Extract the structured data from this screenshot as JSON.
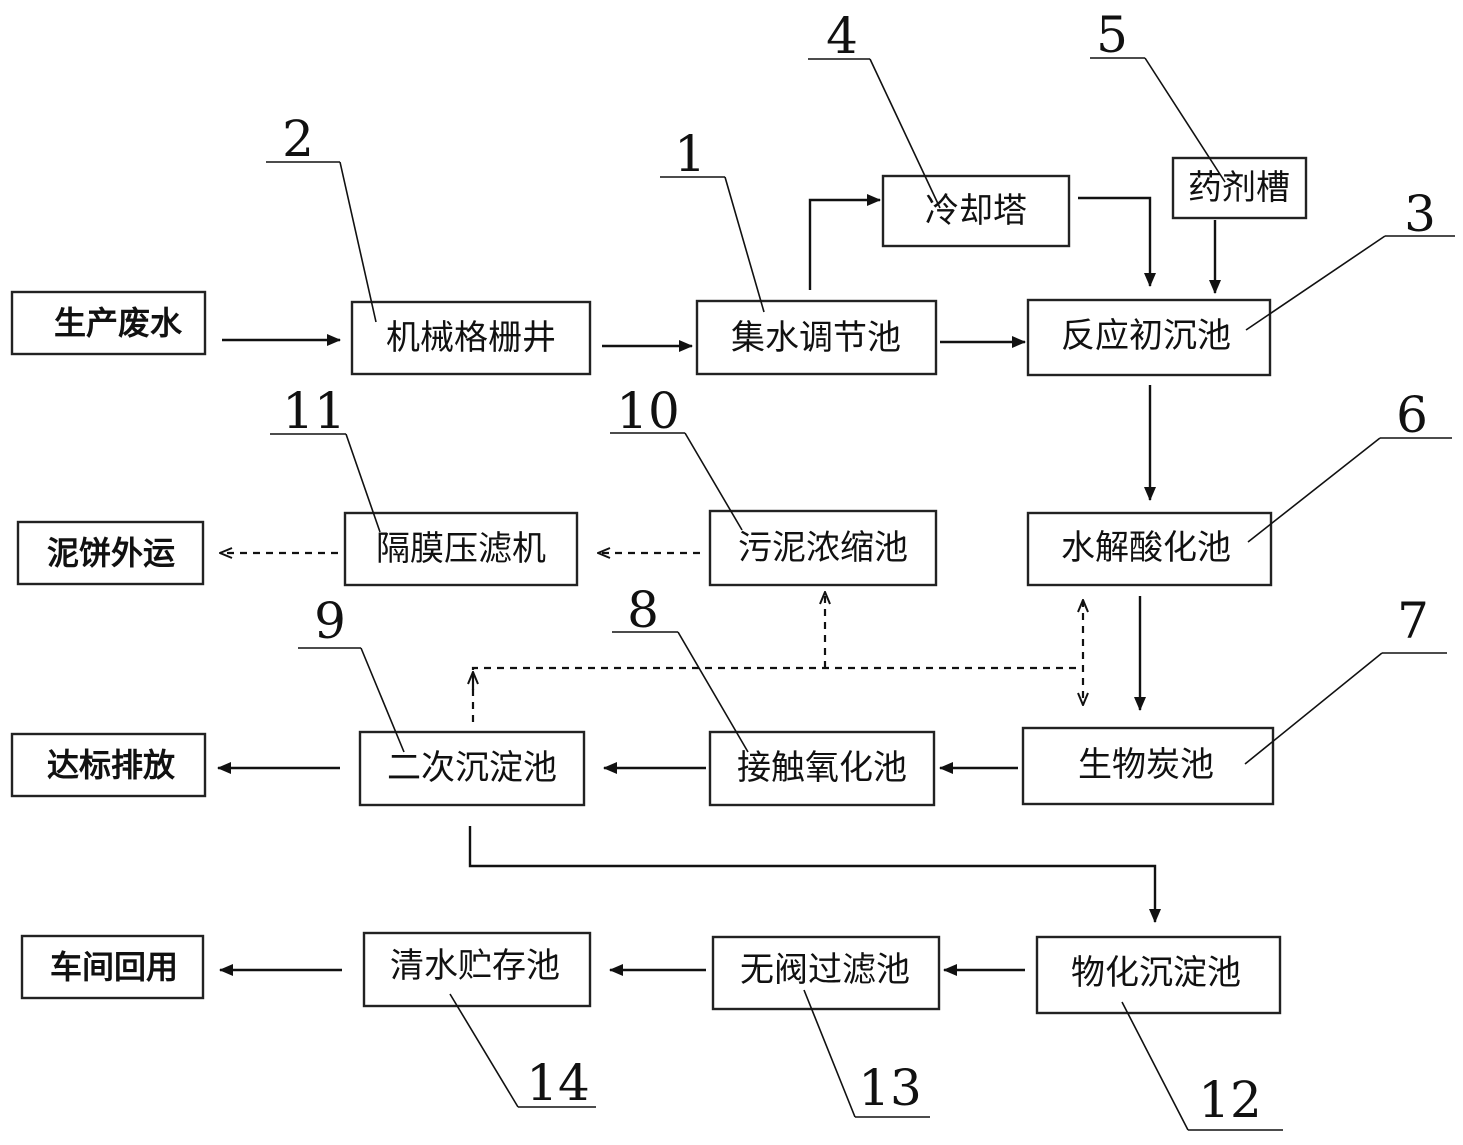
{
  "terminals": {
    "input": "生产废水",
    "sludge_cake": "泥饼外运",
    "discharge": "达标排放",
    "reuse": "车间回用"
  },
  "units": {
    "u1": {
      "number": "1",
      "label": "集水调节池"
    },
    "u2": {
      "number": "2",
      "label": "机械格栅井"
    },
    "u3": {
      "number": "3",
      "label": "反应初沉池"
    },
    "u4": {
      "number": "4",
      "label": "冷却塔"
    },
    "u5": {
      "number": "5",
      "label": "药剂槽"
    },
    "u6": {
      "number": "6",
      "label": "水解酸化池"
    },
    "u7": {
      "number": "7",
      "label": "生物炭池"
    },
    "u8": {
      "number": "8",
      "label": "接触氧化池"
    },
    "u9": {
      "number": "9",
      "label": "二次沉淀池"
    },
    "u10": {
      "number": "10",
      "label": "污泥浓缩池"
    },
    "u11": {
      "number": "11",
      "label": "隔膜压滤机"
    },
    "u12": {
      "number": "12",
      "label": "物化沉淀池"
    },
    "u13": {
      "number": "13",
      "label": "无阀过滤池"
    },
    "u14": {
      "number": "14",
      "label": "清水贮存池"
    }
  }
}
